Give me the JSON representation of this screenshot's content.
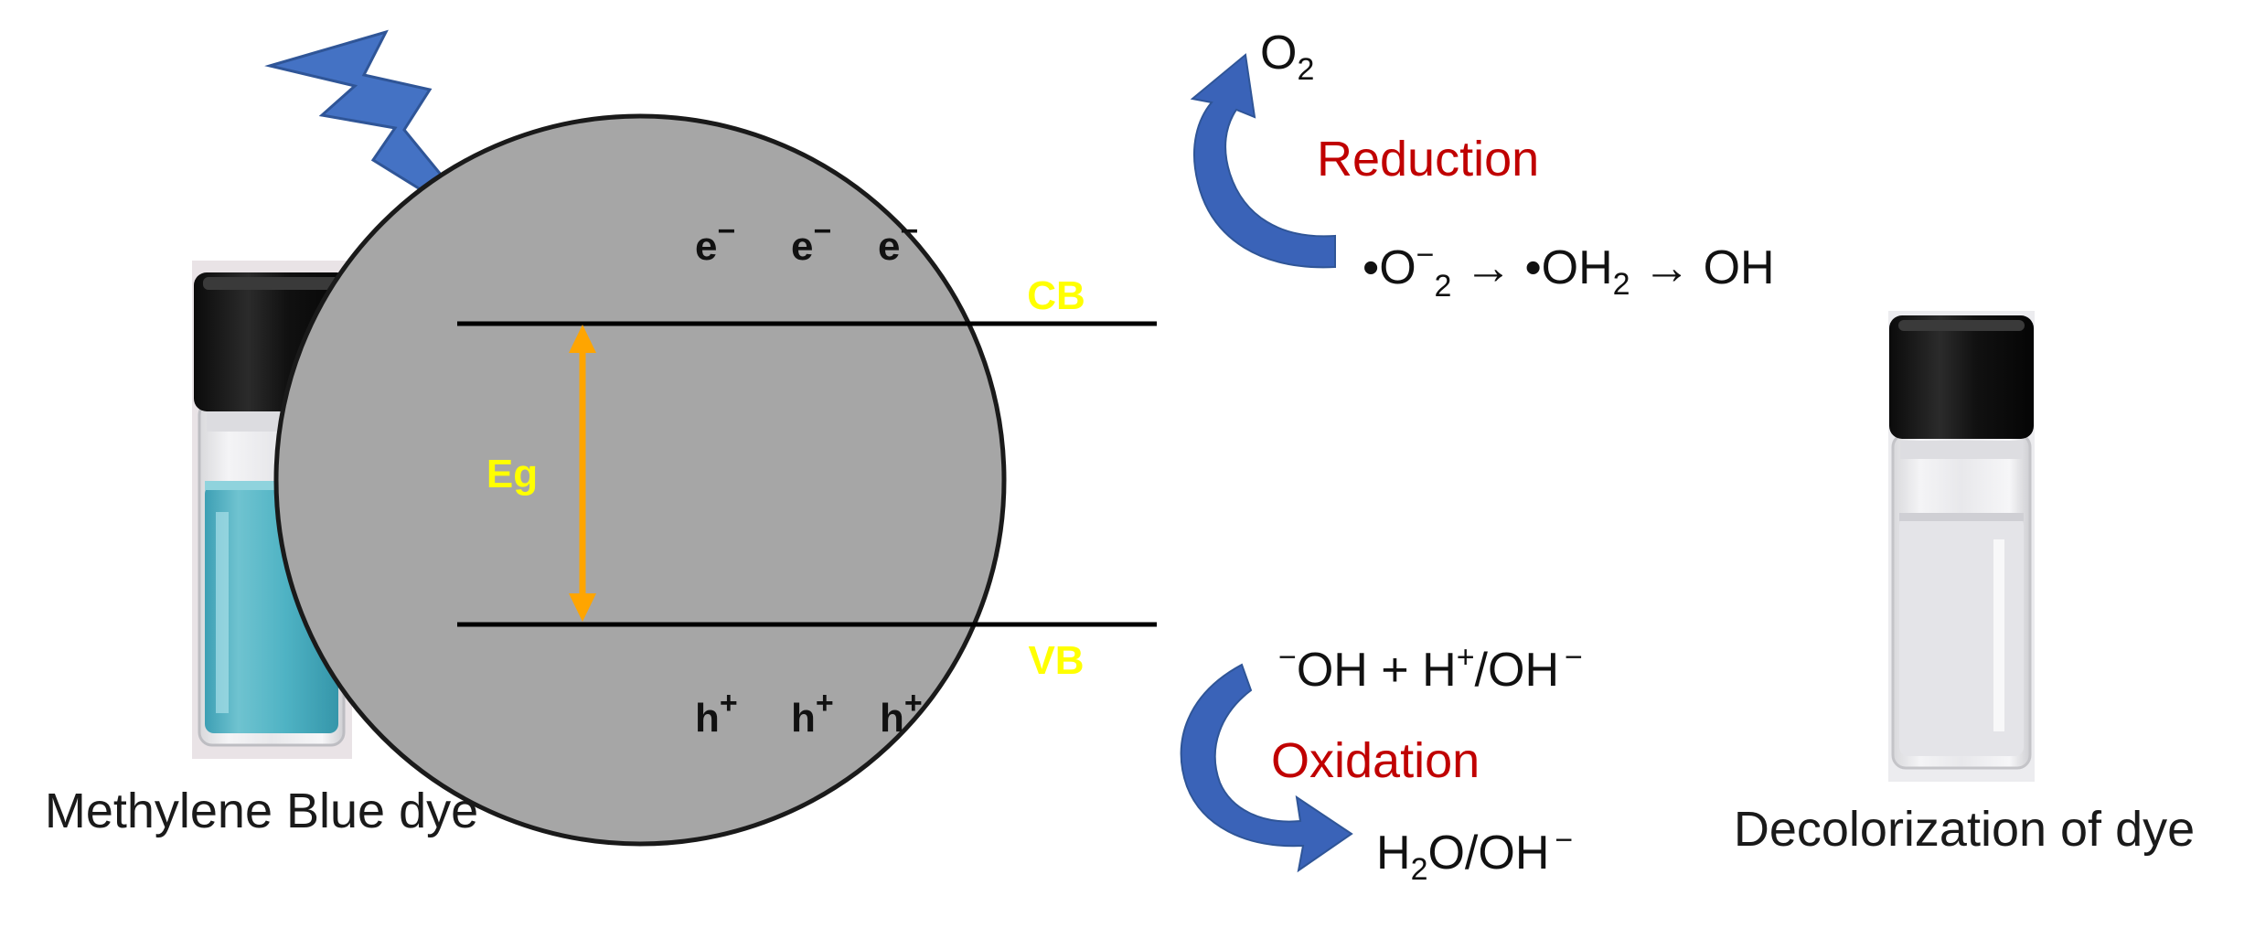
{
  "colors": {
    "particle_fill": "#a6a6a6",
    "particle_stroke": "#1a1a1a",
    "band_label": "#ffff00",
    "gap_arrow": "#ffa500",
    "process_label": "#c00000",
    "curved_arrow": "#3a63b8",
    "lightning": "#4472c4",
    "blue_dye": "#4fb3c4",
    "clear_solution": "#e6e6e9"
  },
  "icons": {
    "light": "lightning-bolt-icon",
    "reduction_arrow": "curved-arrow-up-icon",
    "oxidation_arrow": "curved-arrow-down-icon"
  },
  "left_vial": {
    "caption": "Methylene Blue dye"
  },
  "right_vial": {
    "caption": "Decolorization of dye"
  },
  "particle": {
    "conduction_band": "CB",
    "valence_band": "VB",
    "band_gap": "Eg",
    "electrons": [
      "e",
      "e",
      "e"
    ],
    "electron_charge": "−",
    "holes": [
      "h",
      "h",
      "h"
    ],
    "hole_charge": "+"
  },
  "reduction": {
    "label": "Reduction",
    "product_o2": "O",
    "o2_sub": "2",
    "radical_dot": "•",
    "species_1": "O",
    "species_1_sup": "−",
    "species_1_sub": "2",
    "arrow": "→",
    "species_2": "OH",
    "species_2_sub": "2",
    "species_3": "OH"
  },
  "oxidation": {
    "label": "Oxidation",
    "reactant_sup_minus": "−",
    "reactant_oh": "OH + H",
    "reactant_h_sup": "+",
    "reactant_tail": "/OH",
    "reactant_tail_sup": "−",
    "product_h": "H",
    "product_h_sub": "2",
    "product_tail": "O/OH",
    "product_tail_sup": "−"
  }
}
